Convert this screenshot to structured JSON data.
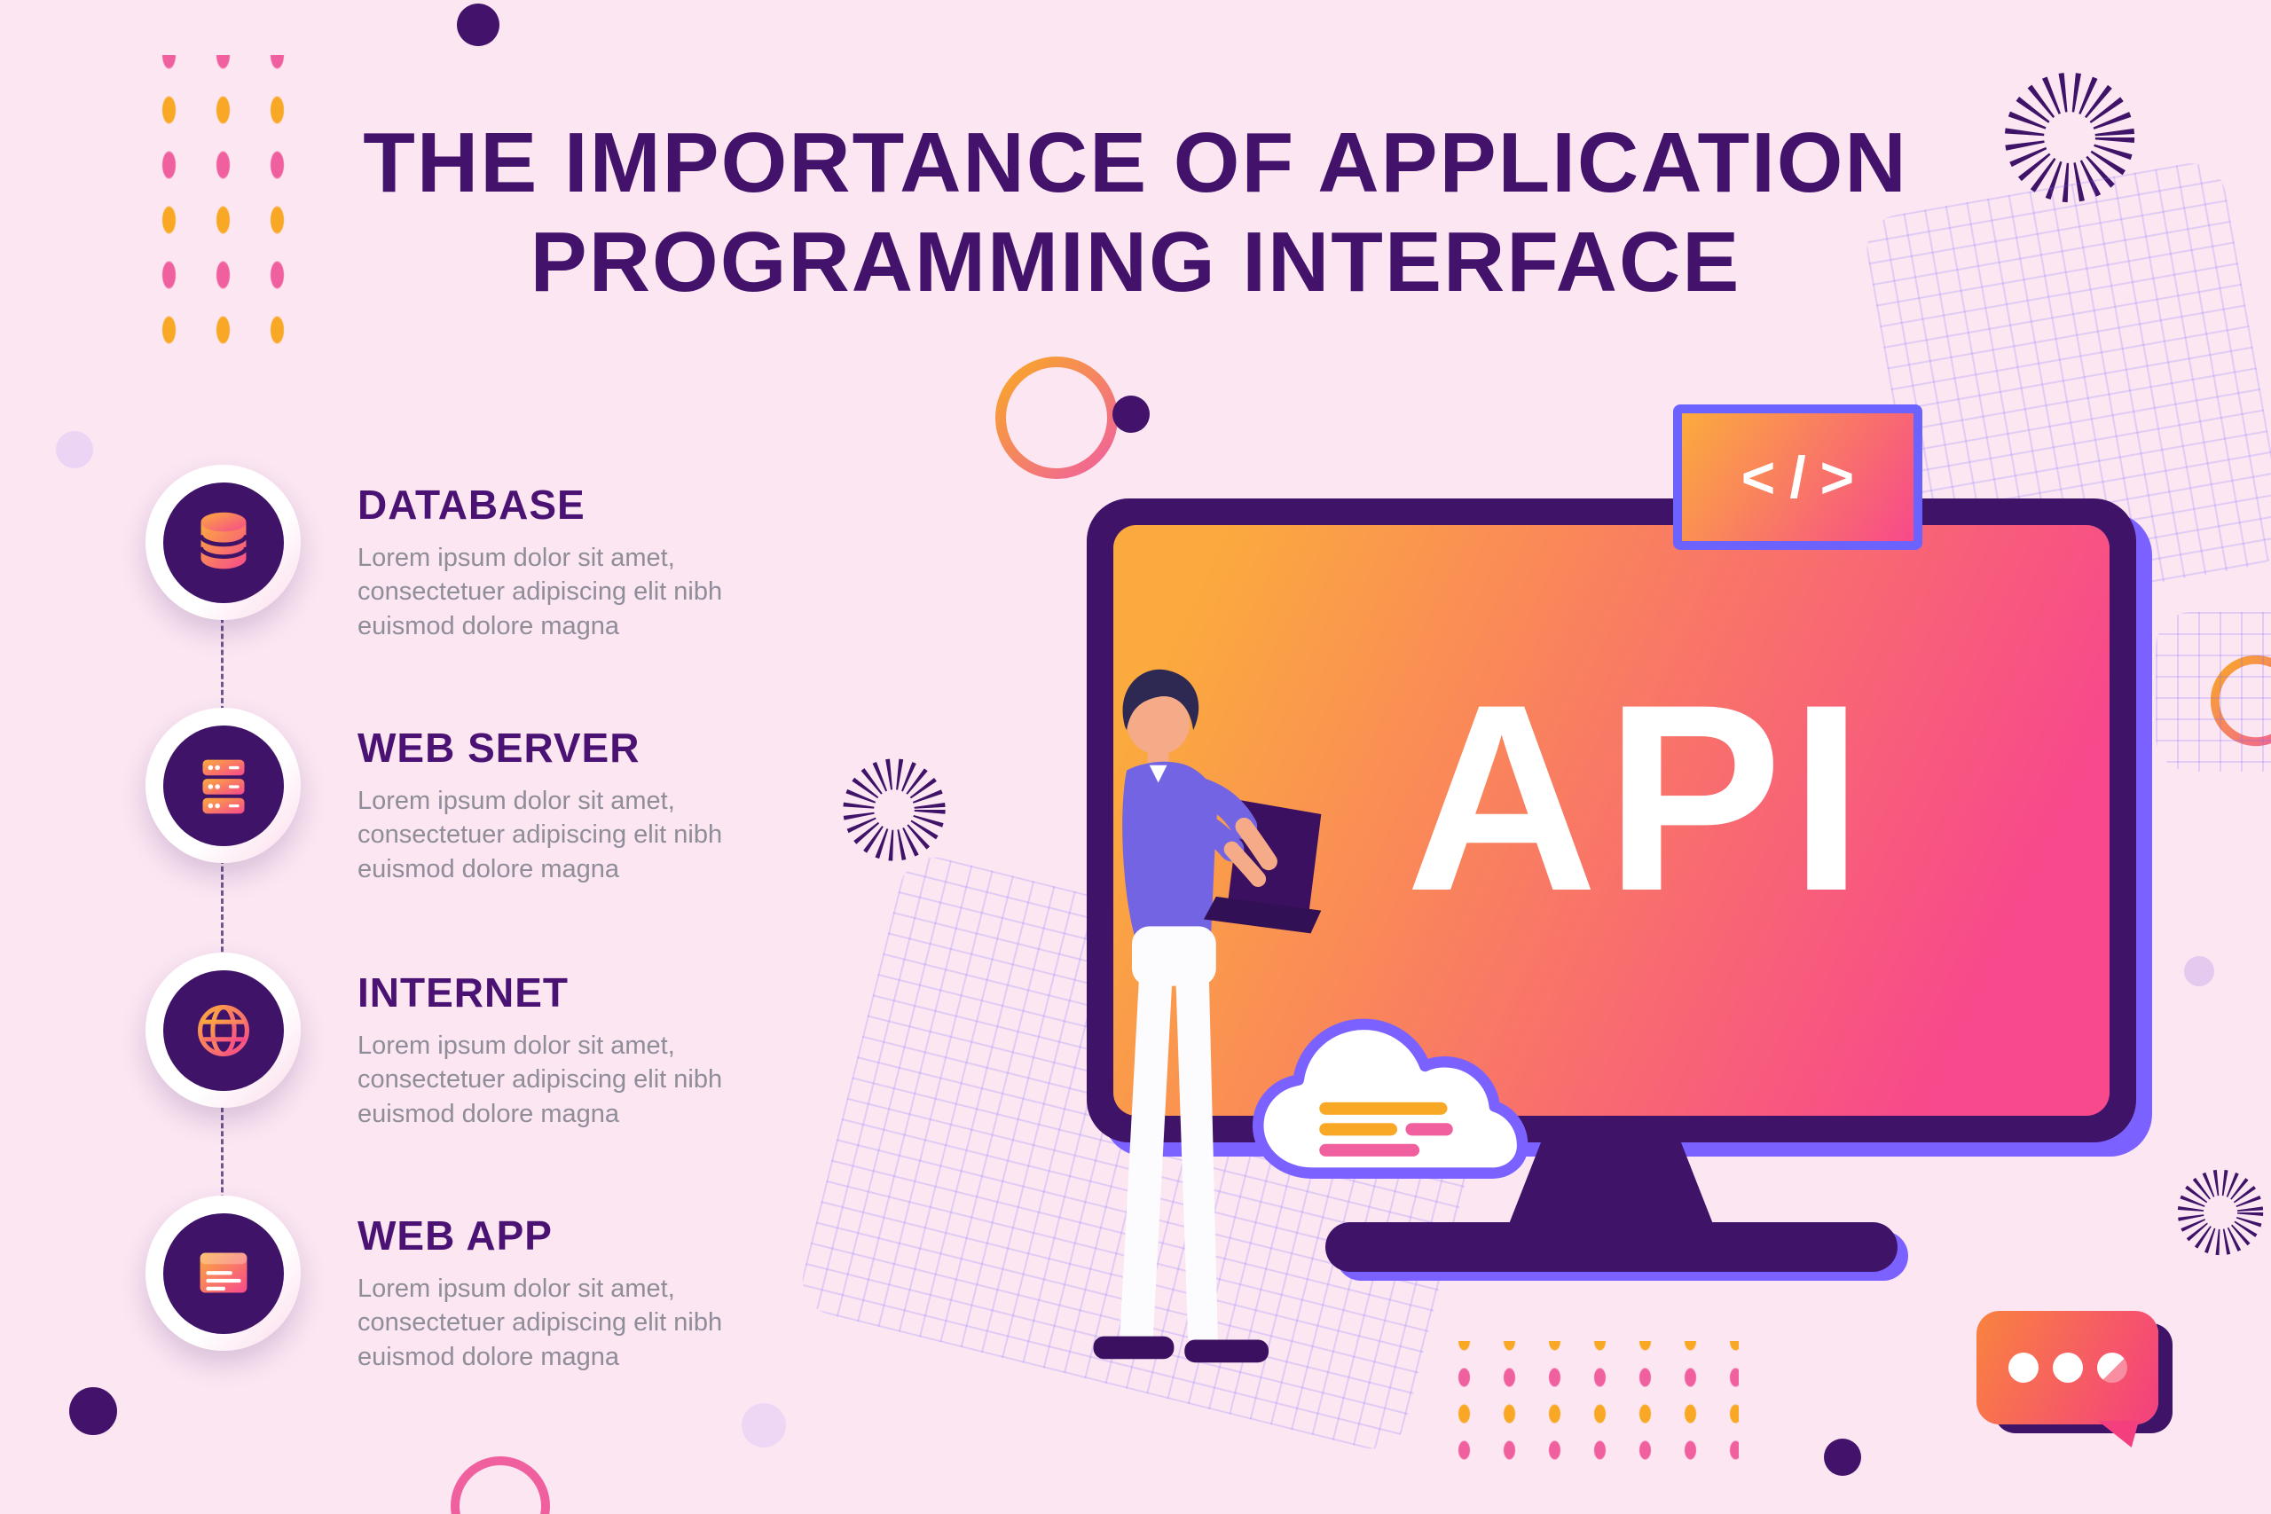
{
  "title": "THE IMPORTANCE OF APPLICATION PROGRAMMING INTERFACE",
  "items": [
    {
      "label": "DATABASE",
      "description": "Lorem ipsum dolor sit amet, consectetuer adipiscing elit nibh euismod dolore magna"
    },
    {
      "label": "WEB SERVER",
      "description": "Lorem ipsum dolor sit amet, consectetuer adipiscing elit nibh euismod dolore magna"
    },
    {
      "label": "INTERNET",
      "description": "Lorem ipsum dolor sit amet, consectetuer adipiscing elit nibh euismod dolore magna"
    },
    {
      "label": "WEB APP",
      "description": "Lorem ipsum dolor sit amet, consectetuer adipiscing elit nibh euismod dolore magna"
    }
  ],
  "monitor": {
    "screen_label": "API"
  },
  "code_badge": {
    "label": "</>"
  },
  "colors": {
    "background": "#fbe6f2",
    "title": "#43136b",
    "heading": "#4a1373",
    "body_text": "#8f8d99",
    "dark_purple": "#3f1368",
    "accent_purple": "#7b61ff",
    "gradient_orange": "#fbab3d",
    "gradient_pink": "#f7498b",
    "dot_orange": "#f9a826",
    "dot_pink": "#f0609e",
    "lavender": "#ecd4f4"
  }
}
